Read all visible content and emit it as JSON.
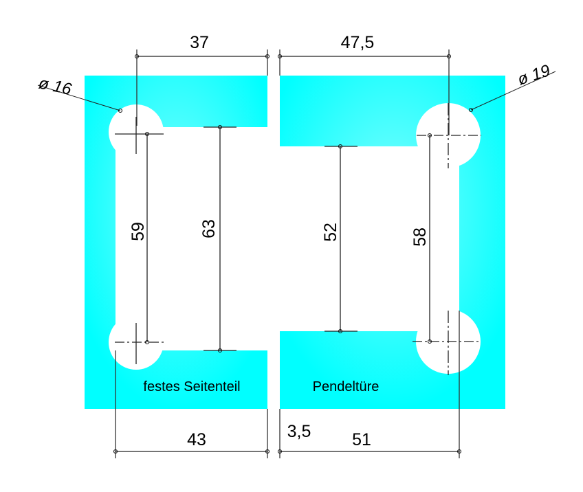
{
  "colors": {
    "glass": "#00ffff",
    "glass_light": "#5ffcfc"
  },
  "labels": {
    "fixed_panel": "festes Seitenteil",
    "swing_door": "Pendeltüre"
  },
  "dimensions": {
    "top_left": "37",
    "top_right": "47,5",
    "bottom_left": "43",
    "gap": "3,5",
    "bottom_right": "51",
    "left_hole_spacing": "59",
    "left_cutout_height": "63",
    "right_cutout_height": "52",
    "right_hole_spacing": "58",
    "left_diameter": "ø 16",
    "right_diameter": "ø 19"
  }
}
